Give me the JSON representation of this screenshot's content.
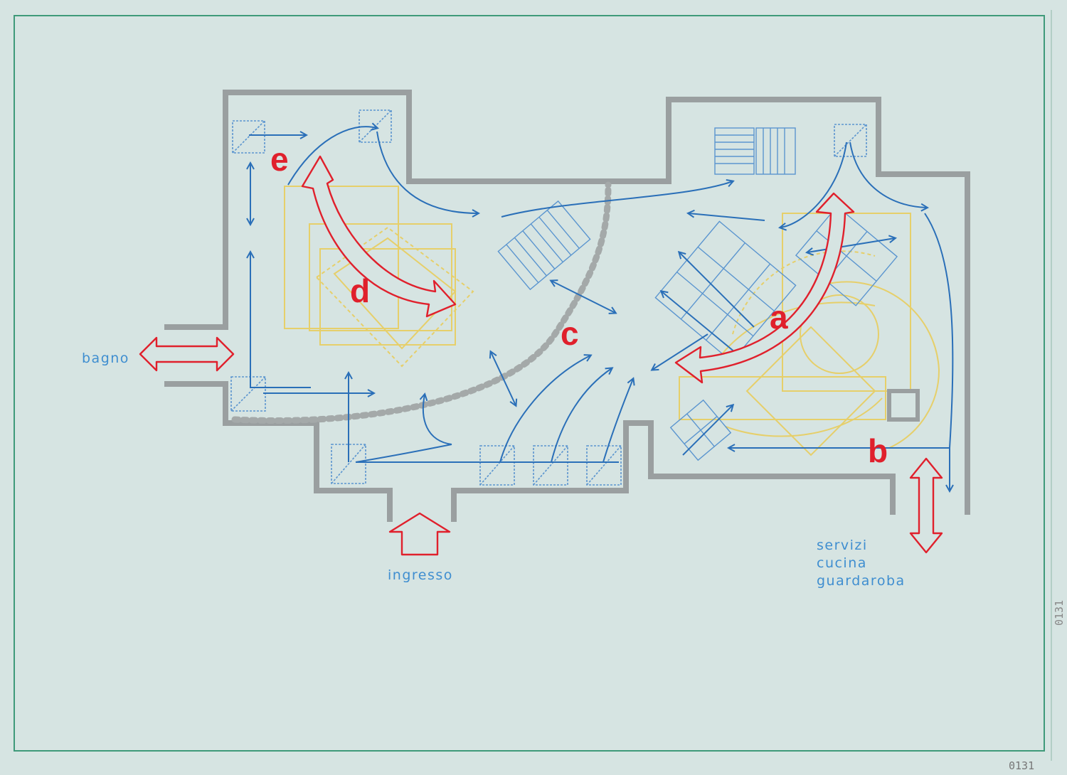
{
  "labels": {
    "bagno": "bagno",
    "ingresso": "ingresso",
    "servizi": [
      "servizi",
      "cucina",
      "guardaroba"
    ]
  },
  "zones": {
    "a": "a",
    "b": "b",
    "c": "c",
    "d": "d",
    "e": "e"
  },
  "stamps": {
    "bottom": "0131",
    "right": "0131"
  },
  "colors": {
    "paper": "#d6e4e2",
    "frame": "#3f9a7a",
    "wall": "#9a9fa0",
    "flow_blue": "#2a6fb8",
    "furniture_blue": "#5b95cf",
    "furniture_yellow": "#e6cf6a",
    "red": "#e0202c",
    "label_blue": "#3f8ed0"
  }
}
